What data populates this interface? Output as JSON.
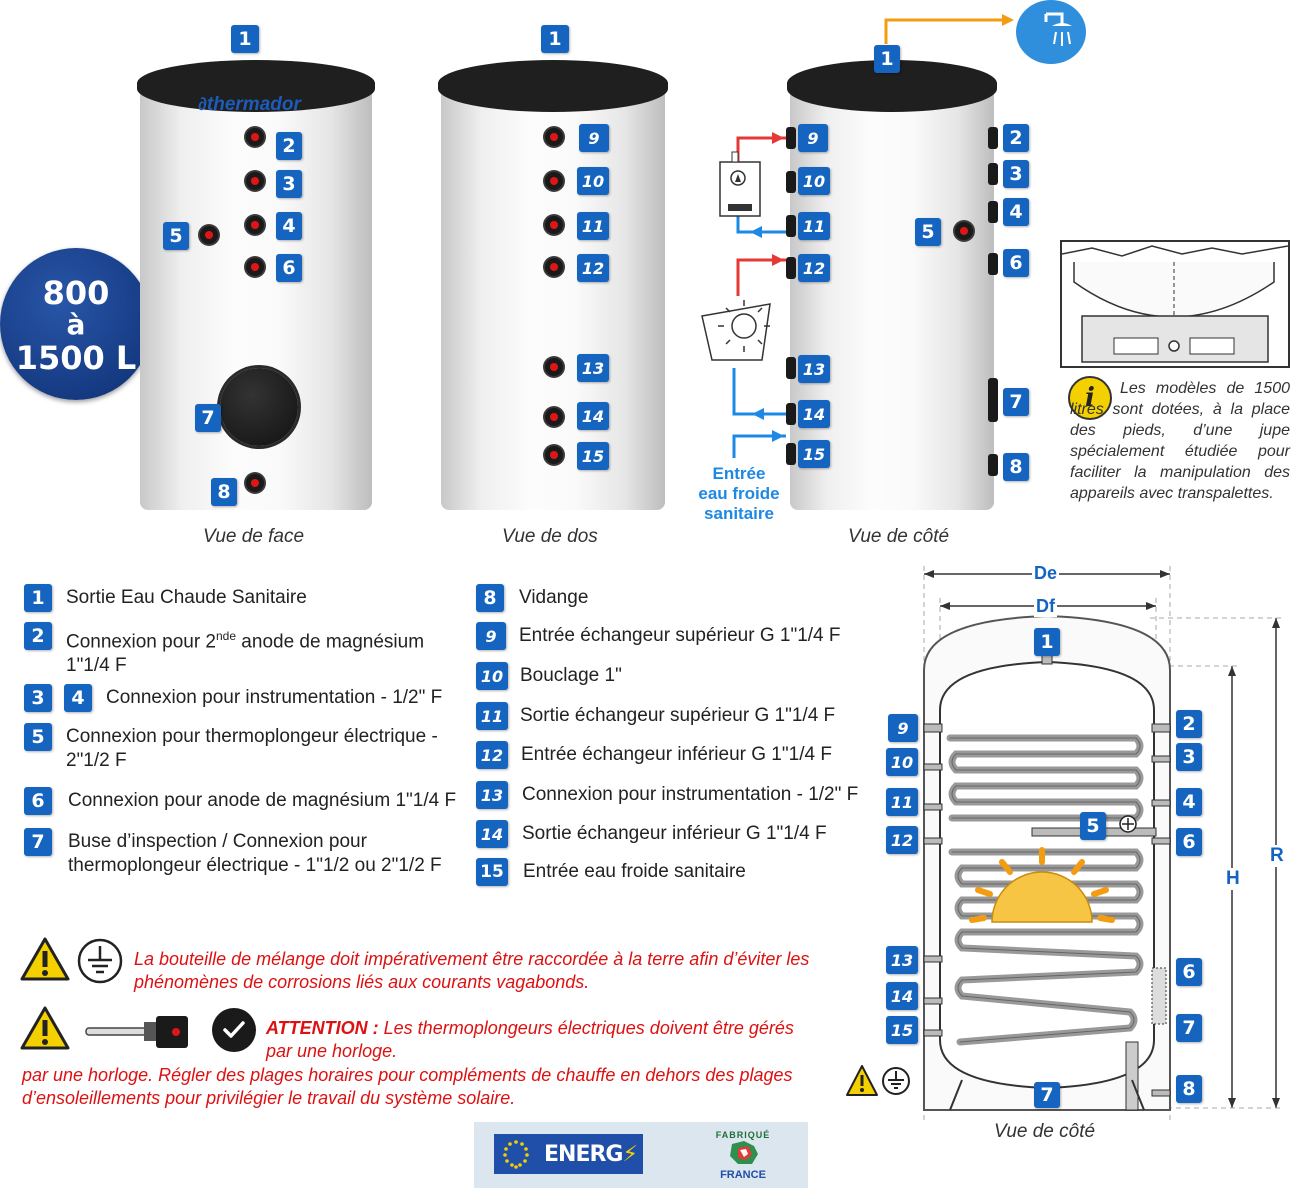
{
  "capacity": {
    "line1": "800",
    "line2": "à",
    "line3": "1500 L"
  },
  "brand": "thermador",
  "views": {
    "front": "Vue de face",
    "back": "Vue de dos",
    "side": "Vue de côté",
    "section": "Vue de côté"
  },
  "entree_label": {
    "l1": "Entrée",
    "l2": "eau froide",
    "l3": "sanitaire"
  },
  "info_note": "Les modèles de 1500 litres sont dotées, à la place des pieds, d’une jupe spécialement étudiée pour faciliter la manipulation des appareils avec transpalettes.",
  "legend": [
    {
      "num": "1",
      "text": "Sortie Eau Chaude Sanitaire"
    },
    {
      "num": "2",
      "text_pre": "Connexion pour 2",
      "sup": "nde",
      "text_post": " anode de magnésium",
      "text2": "1\"1/4 F"
    },
    {
      "num": "3",
      "num2": "4",
      "text": "Connexion pour instrumentation - 1/2\" F"
    },
    {
      "num": "5",
      "text": "Connexion pour thermoplongeur électrique -",
      "text2": "2\"1/2 F"
    },
    {
      "num": "6",
      "text": "Connexion pour anode de magnésium 1\"1/4 F"
    },
    {
      "num": "7",
      "text": "Buse d’inspection / Connexion pour",
      "text2": "thermoplongeur électrique - 1\"1/2 ou 2\"1/2 F"
    },
    {
      "num": "8",
      "text": "Vidange"
    },
    {
      "num": "9",
      "text": "Entrée échangeur supérieur G 1\"1/4 F"
    },
    {
      "num": "10",
      "text": "Bouclage 1\""
    },
    {
      "num": "11",
      "text": "Sortie échangeur supérieur G 1\"1/4 F"
    },
    {
      "num": "12",
      "text": "Entrée échangeur inférieur G 1\"1/4 F"
    },
    {
      "num": "13",
      "text": "Connexion pour instrumentation - 1/2\" F"
    },
    {
      "num": "14",
      "text": "Sortie échangeur inférieur G 1\"1/4 F"
    },
    {
      "num": "15",
      "text": "Entrée eau froide sanitaire"
    }
  ],
  "warning1": "La bouteille de mélange doit impérativement être raccordée à la terre afin d’éviter les phénomènes de corrosions liés aux courants vagabonds.",
  "warning2": {
    "bold": "ATTENTION :",
    "l1": " Les thermoplongeurs électriques doivent être gérés",
    "l2": "par une horloge.",
    "l3": "par une horloge. Régler des plages horaires pour compléments de chauffe en dehors des plages",
    "l4": "d’ensoleillements pour privilégier le travail du système solaire."
  },
  "dims": {
    "de": "De",
    "df": "Df",
    "h": "H",
    "r": "R"
  },
  "footer": {
    "energy": "ENERG",
    "fab_top": "FABRIQUÉ",
    "fab_bottom": "FRANCE"
  },
  "colors": {
    "badge": "#1565c0",
    "red": "#d11111",
    "hot": "#e53935",
    "cold": "#1e88e5",
    "orange": "#f39c12"
  }
}
